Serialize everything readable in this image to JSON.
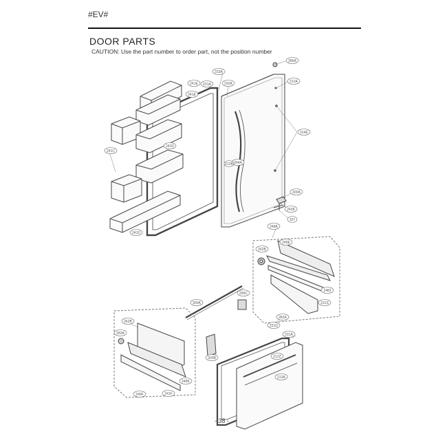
{
  "header": {
    "model_code": "#EV#"
  },
  "section": {
    "title": "DOOR PARTS",
    "caution": "CAUTION: Use the part number to order part, not the position number"
  },
  "part_labels": {
    "p1": "286A",
    "p2": "233A",
    "p3": "231A",
    "p4": "232A",
    "p5": "241E",
    "p6": "241E",
    "p7": "241D",
    "p8": "241C",
    "p9": "241D",
    "p10": "212A",
    "p11": "264A",
    "p12": "212B",
    "p13": "314E",
    "p14": "300A",
    "p15": "243K",
    "p16": "327",
    "p17": "248A",
    "p18": "249E",
    "p19": "262B",
    "p20": "248J",
    "p21": "231S",
    "p22": "300A",
    "p23": "299C",
    "p24": "282A",
    "p25": "231D",
    "p26": "262B",
    "p27": "283A",
    "p28": "231A",
    "p29": "303B",
    "p30": "212Z",
    "p31": "213A",
    "p32": "241F",
    "p33": "249F",
    "p34": "248K"
  },
  "footer": {
    "page": "- 38 -"
  }
}
